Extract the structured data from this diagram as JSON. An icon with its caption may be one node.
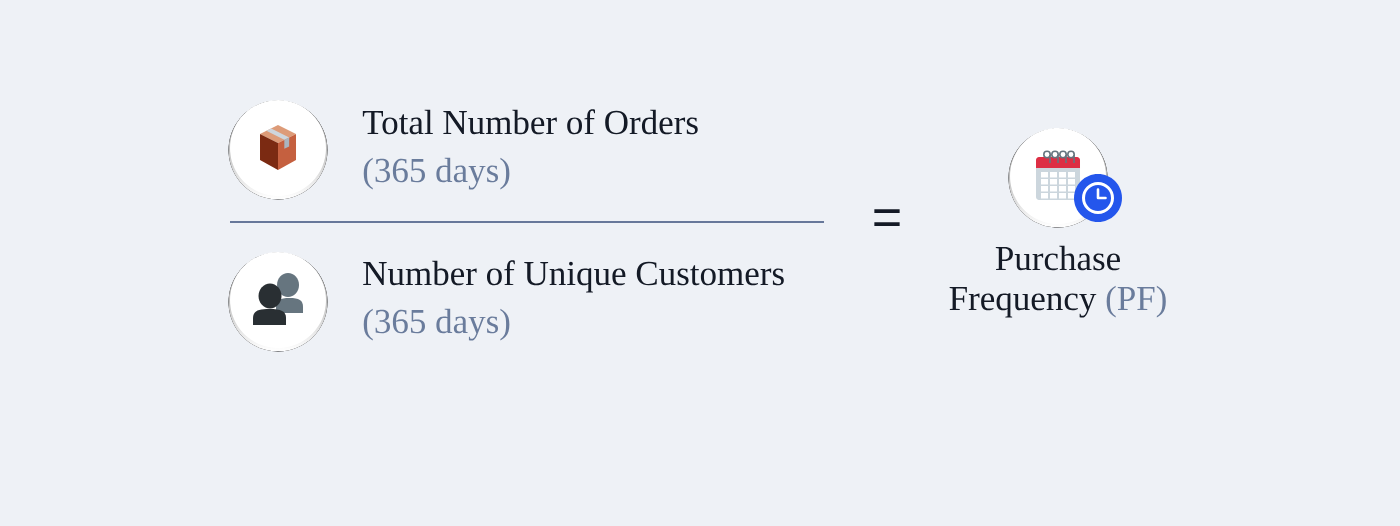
{
  "diagram": {
    "nodes": [
      {
        "text": [
          "Total Number of Orders",
          "(365 days)"
        ]
      },
      {
        "text": [
          "Number of Unique Customers",
          "(365 days)"
        ]
      },
      {
        "text": [
          "Purchase Frequency",
          "(PF)"
        ]
      }
    ],
    "labels": [
      "="
    ]
  }
}
